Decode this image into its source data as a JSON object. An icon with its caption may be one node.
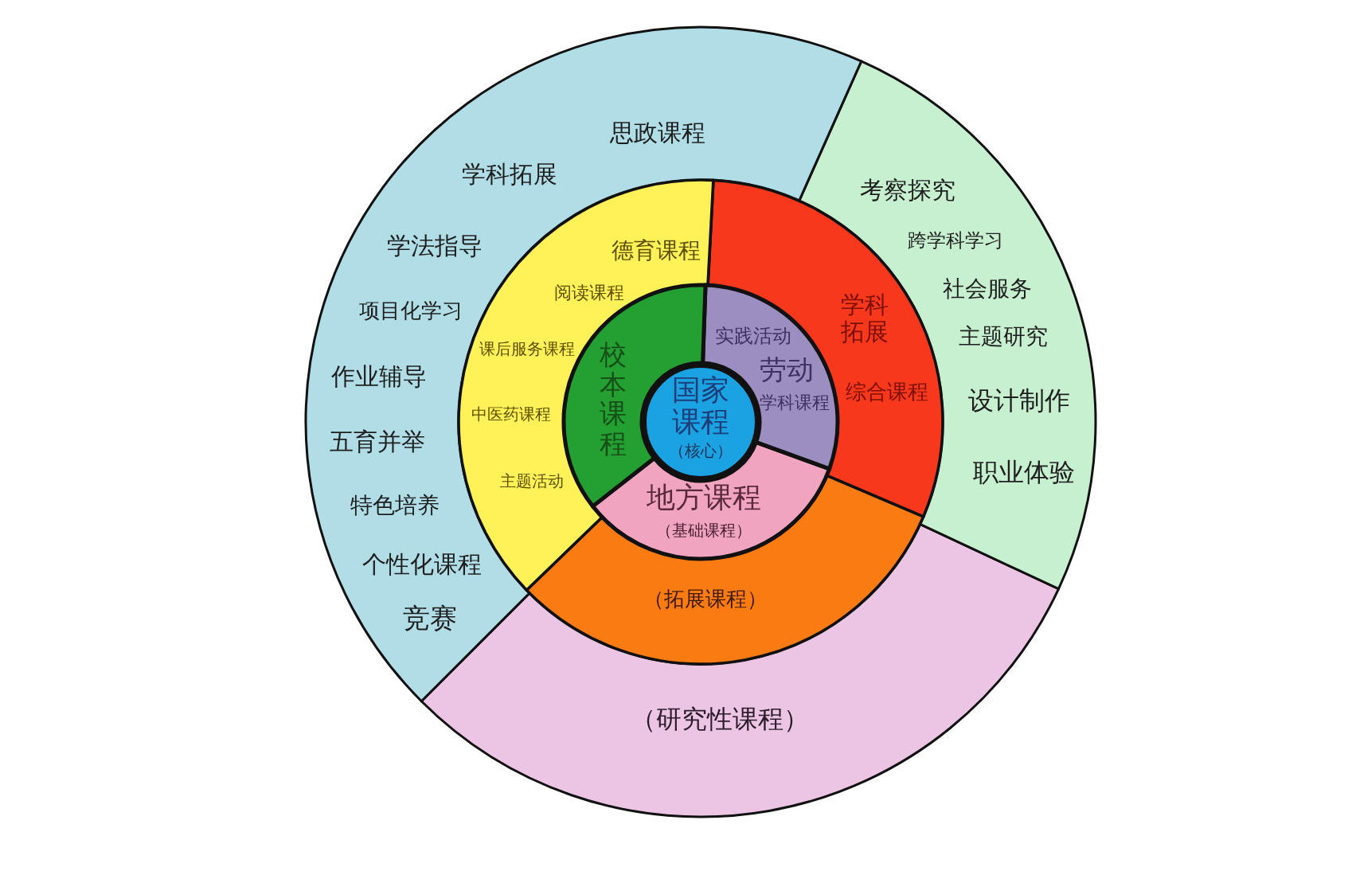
{
  "diagram": {
    "nodes": [
      {
        "text": [
          "国家课程",
          "（核心）"
        ]
      },
      {
        "text": [
          "校本课程"
        ]
      },
      {
        "text": [
          "实践活动",
          "劳动",
          "学科课程"
        ]
      },
      {
        "text": [
          "地方课程",
          "（基础课程）"
        ]
      },
      {
        "text": [
          "德育课程",
          "阅读课程",
          "课后服务课程",
          "中医药课程",
          "主题活动"
        ]
      },
      {
        "text": [
          "学科拓展",
          "综合课程"
        ]
      },
      {
        "text": [
          "（拓展课程）"
        ]
      },
      {
        "text": [
          "思政课程",
          "学科拓展",
          "学法指导",
          "项目化学习",
          "作业辅导",
          "五育并举",
          "特色培养",
          "个性化课程",
          "竞赛"
        ]
      },
      {
        "text": [
          "考察探究",
          "跨学科学习",
          "社会服务",
          "主题研究",
          "设计制作",
          "职业体验"
        ]
      },
      {
        "text": [
          "（研究性课程）"
        ]
      }
    ]
  }
}
